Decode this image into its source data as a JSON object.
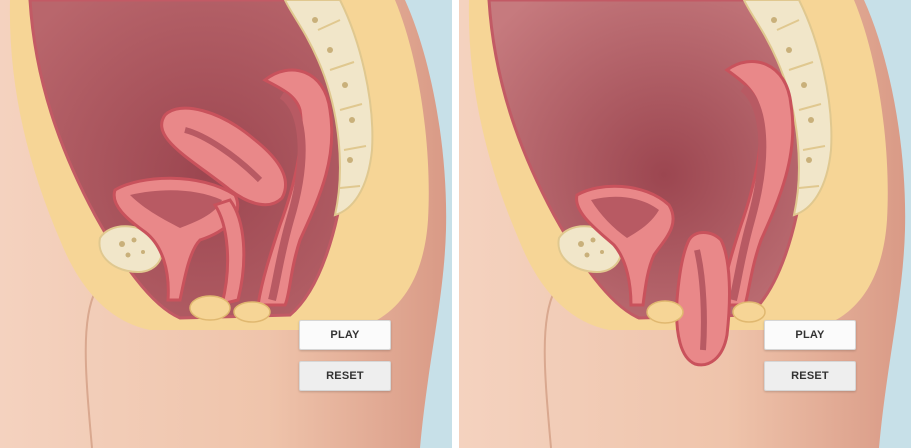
{
  "panels": [
    {
      "state": "normal",
      "controls": {
        "play_label": "PLAY",
        "reset_label": "RESET"
      }
    },
    {
      "state": "prolapsed",
      "controls": {
        "play_label": "PLAY",
        "reset_label": "RESET"
      }
    }
  ],
  "colors": {
    "background": "#c7e0e8",
    "skin": "#efc6ae",
    "fat": "#f6d596",
    "cavity": "#a9545d",
    "organ": "#e98889",
    "organ_outline": "#c9525c",
    "bone": "#f1e6c9"
  }
}
